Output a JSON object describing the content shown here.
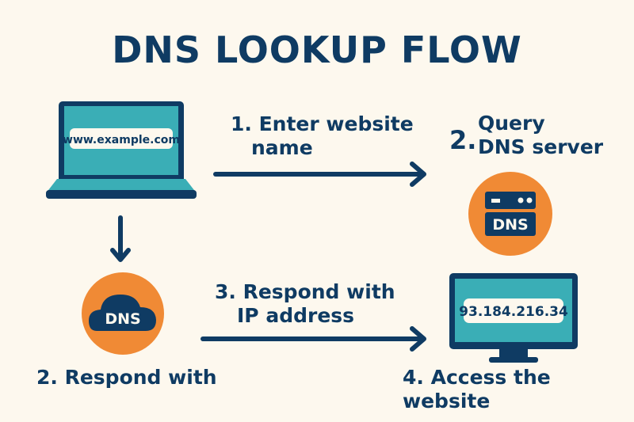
{
  "title": "DNS LOOKUP FLOW",
  "colors": {
    "background": "#fdf8ee",
    "navy": "#0f3b63",
    "teal": "#3aaeb6",
    "orange": "#f08a35",
    "white": "#fdf8ee"
  },
  "laptop": {
    "icon": "laptop-icon",
    "url_text": "www.example.com"
  },
  "step1": {
    "line1": "1. Enter website",
    "line2": "name"
  },
  "step2_query": {
    "number": "2.",
    "line1": "Query",
    "line2": "DNS server"
  },
  "dns_server": {
    "icon": "server-icon",
    "label": "DNS"
  },
  "dns_cloud": {
    "icon": "cloud-icon",
    "label": "DNS"
  },
  "step2_respond": {
    "label": "2. Respond with"
  },
  "step3": {
    "line1": "3. Respond with",
    "line2": "IP address"
  },
  "monitor": {
    "icon": "monitor-icon",
    "ip_text": "93.184.216.34"
  },
  "step4": {
    "label": "4. Access the website"
  }
}
